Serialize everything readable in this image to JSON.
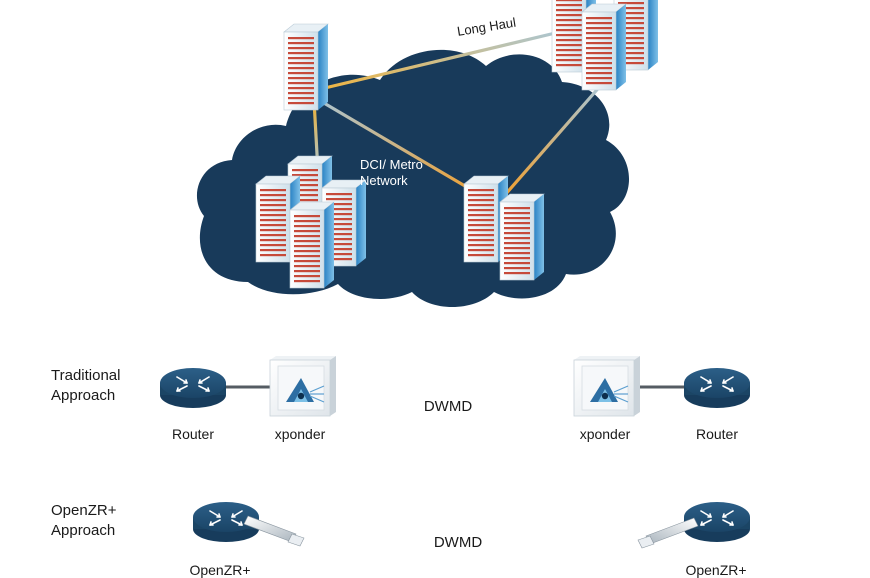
{
  "network": {
    "long_haul_label": "Long Haul",
    "metro_label_line1": "DCI/ Metro",
    "metro_label_line2": "Network"
  },
  "traditional": {
    "title_line1": "Traditional",
    "title_line2": "Approach",
    "router_left_label": "Router",
    "xponder_left_label": "xponder",
    "link_label": "DWMD",
    "xponder_right_label": "xponder",
    "router_right_label": "Router"
  },
  "openzr": {
    "title_line1": "OpenZR+",
    "title_line2": "Approach",
    "link_label": "DWMD",
    "left_label_partial": "OpenZR+",
    "right_label_partial": "OpenZR+"
  },
  "colors": {
    "cloud": "#183a5a",
    "router": "#1f4e74",
    "link_start": "#a7c4d4",
    "link_end": "#f29a1c"
  }
}
